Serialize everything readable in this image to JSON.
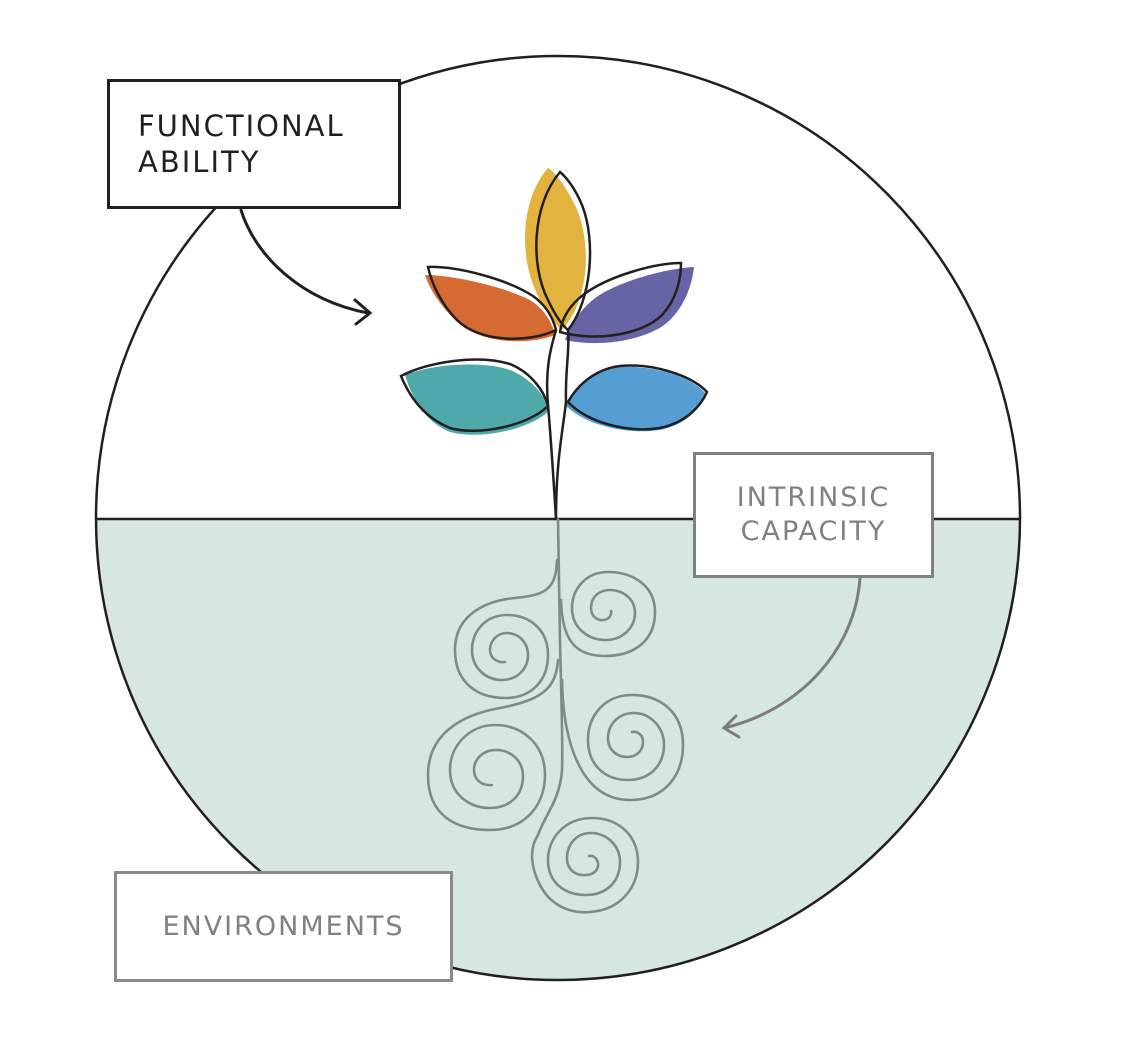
{
  "diagram": {
    "labels": {
      "functional_ability": [
        "FUNCTIONAL",
        "ABILITY"
      ],
      "intrinsic_capacity": [
        "INTRINSIC",
        "CAPACITY"
      ],
      "environments": "ENVIRONMENTS"
    },
    "colors": {
      "outline": "#231f20",
      "ground_fill": "#d5e7de",
      "root": "#7f8c84",
      "secondary_text": "#808080",
      "leaf_orange": "#d66a33",
      "leaf_yellow": "#e3b340",
      "leaf_purple": "#6764a5",
      "leaf_teal": "#4fa9aa",
      "leaf_blue": "#559ed4"
    },
    "icons": [
      "plant-icon",
      "roots-spiral-icon",
      "arrow-icon"
    ]
  }
}
